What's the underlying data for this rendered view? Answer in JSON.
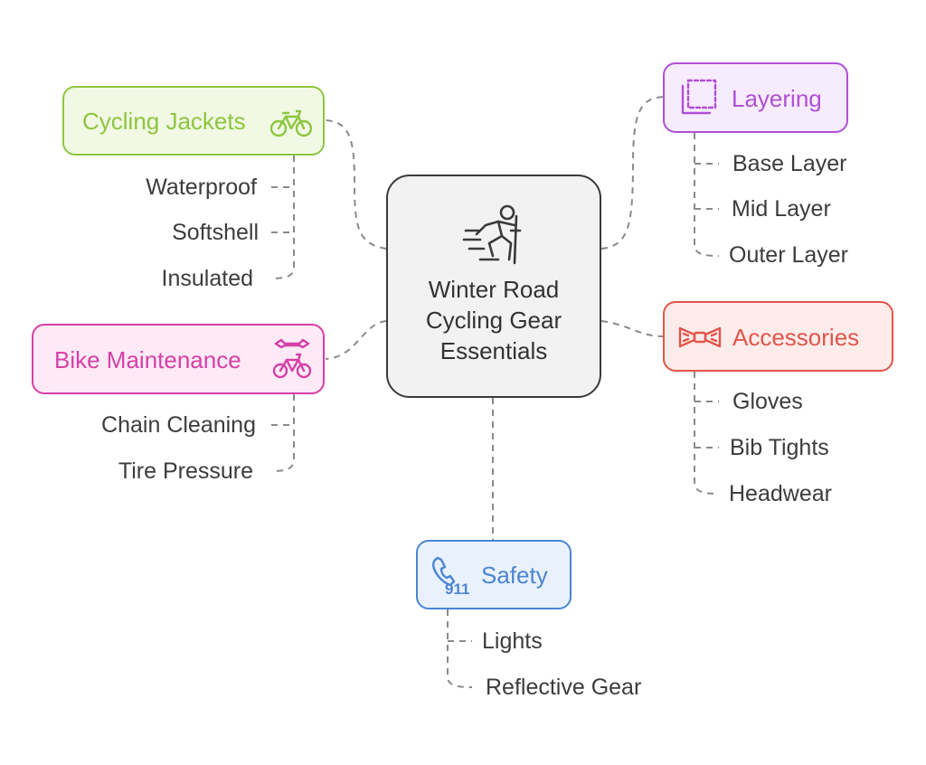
{
  "center": {
    "title_lines": [
      "Winter Road",
      "Cycling Gear",
      "Essentials"
    ],
    "icon": "cyclist-icon"
  },
  "branches": {
    "cycling_jackets": {
      "label": "Cycling Jackets",
      "icon": "bicycle-icon",
      "color": "#8dc63f",
      "fill": "#f1f9e4",
      "items": [
        "Waterproof",
        "Softshell",
        "Insulated"
      ]
    },
    "bike_maintenance": {
      "label": "Bike Maintenance",
      "icon": "wrench-bicycle-icon",
      "color": "#d63fa8",
      "fill": "#fdeaf6",
      "items": [
        "Chain Cleaning",
        "Tire Pressure"
      ]
    },
    "layering": {
      "label": "Layering",
      "icon": "layers-icon",
      "color": "#b04fd6",
      "fill": "#f7ecfd",
      "items": [
        "Base Layer",
        "Mid Layer",
        "Outer Layer"
      ]
    },
    "accessories": {
      "label": "Accessories",
      "icon": "bow-tie-icon",
      "color": "#e0554b",
      "fill": "#fdecea",
      "items": [
        "Gloves",
        "Bib Tights",
        "Headwear"
      ]
    },
    "safety": {
      "label": "Safety",
      "icon": "emergency-911-icon",
      "color": "#4a86d4",
      "fill": "#e9f1fc",
      "items": [
        "Lights",
        "Reflective Gear"
      ]
    }
  }
}
